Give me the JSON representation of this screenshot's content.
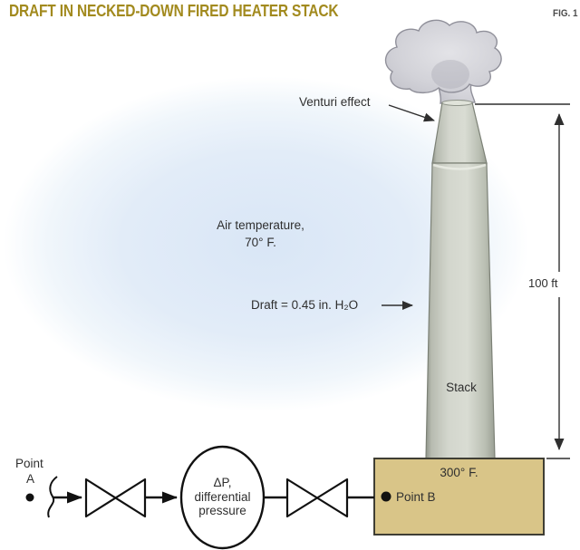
{
  "header": {
    "title": "DRAFT IN NECKED-DOWN FIRED HEATER STACK",
    "fig_label": "FIG. 1"
  },
  "labels": {
    "venturi": "Venturi effect",
    "air_temp_line1": "Air temperature,",
    "air_temp_line2": "70° F.",
    "draft": "Draft = 0.45 in. H₂O",
    "stack": "Stack",
    "stack_height": "100 ft",
    "box_temp": "300° F.",
    "point_b": "Point B",
    "point_a_line1": "Point",
    "point_a_line2": "A",
    "dp_line1": "ΔP,",
    "dp_line2": "differential",
    "dp_line3": "pressure"
  },
  "colors": {
    "title_gold": "#A28A1E",
    "heater_box_tan": "#D9C588",
    "stack_gray_green": "#CFD3C9",
    "smoke_gray": "#C9C9CF",
    "background_blue": "#DBE7F6",
    "line_dark": "#2F2F2F"
  }
}
